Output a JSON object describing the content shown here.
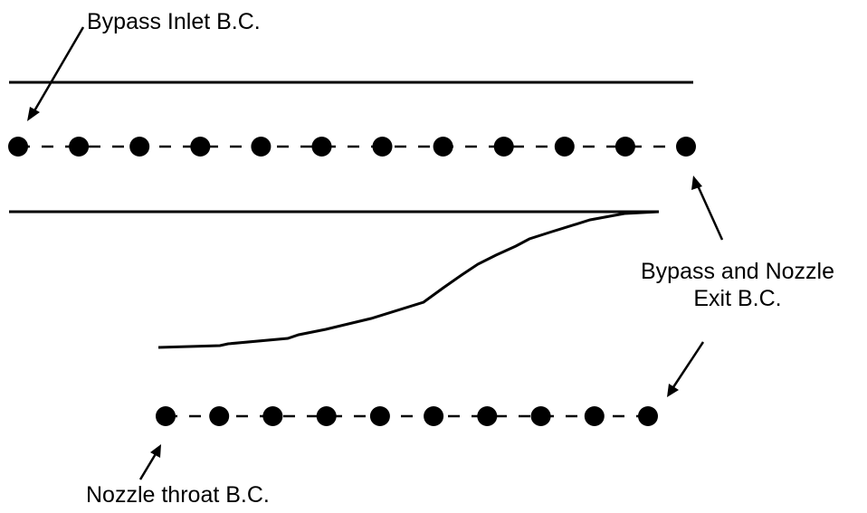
{
  "labels": {
    "bypass_inlet": "Bypass Inlet B.C.",
    "exit_line1": "Bypass and Nozzle",
    "exit_line2": "Exit B.C.",
    "nozzle_throat": "Nozzle throat B.C."
  },
  "colors": {
    "ink": "#000000",
    "background": "#ffffff"
  },
  "grid_lines": {
    "bypass_nodes": 12,
    "nozzle_throat_nodes": 10
  }
}
